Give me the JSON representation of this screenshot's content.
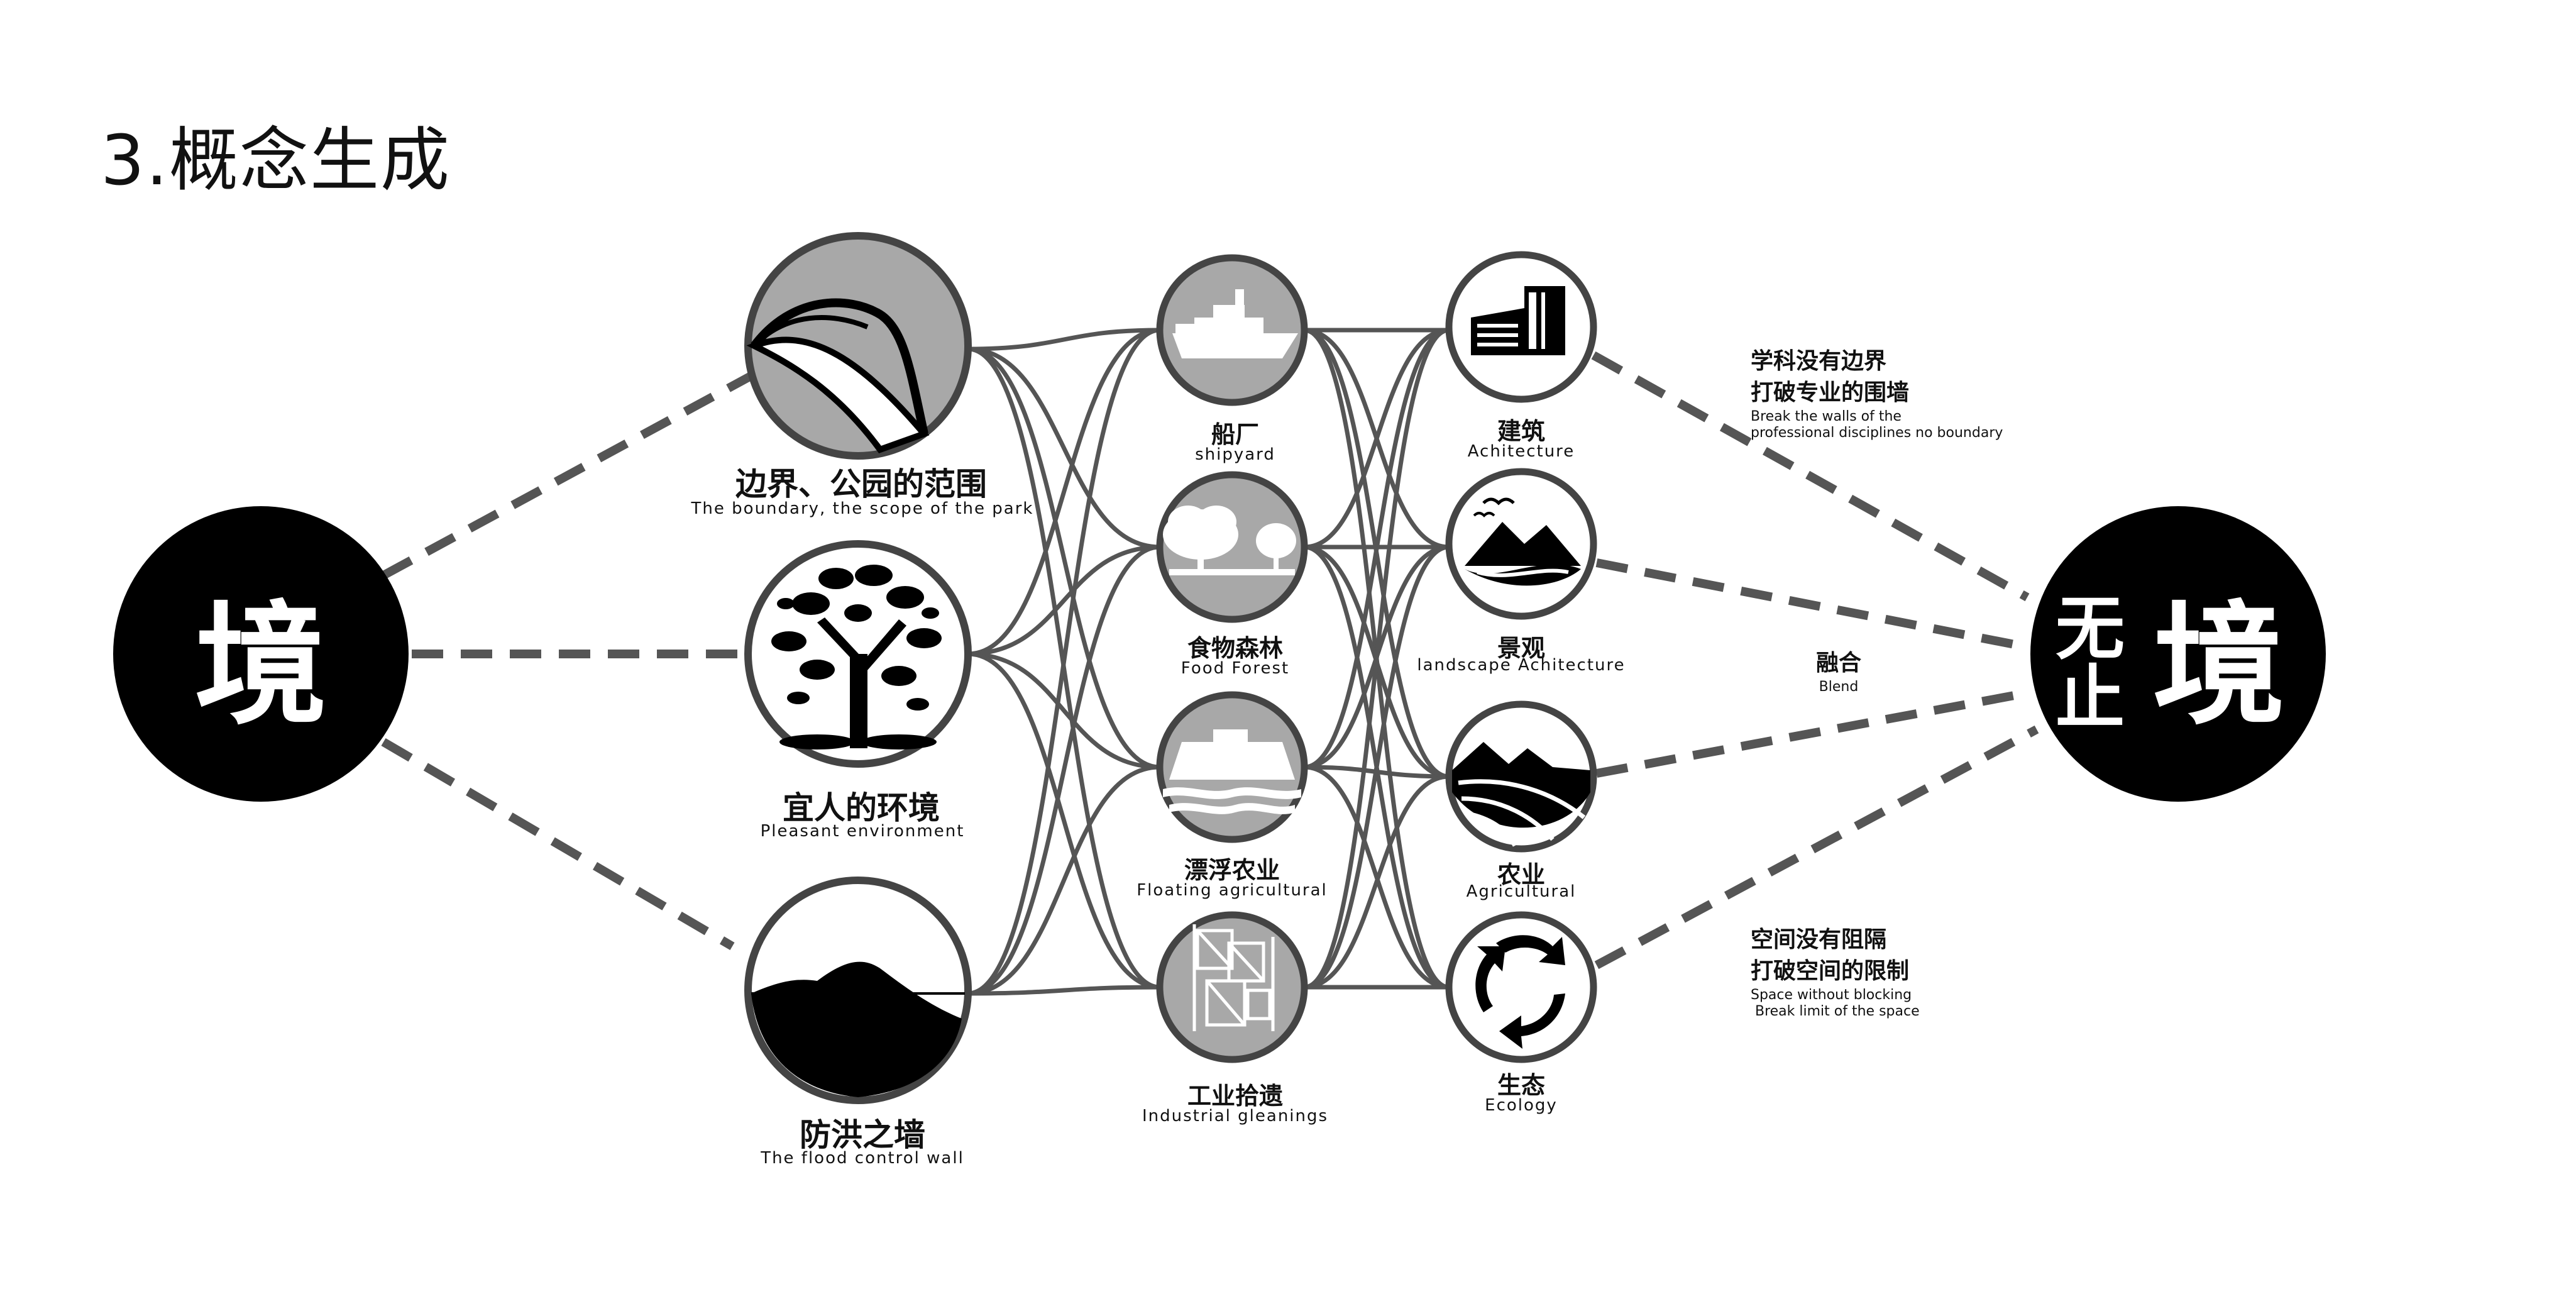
{
  "title": "3.概念生成",
  "left_node": {
    "char": "境"
  },
  "right_node": {
    "char1": "无",
    "char2": "止",
    "char3": "境"
  },
  "col1": [
    {
      "cn": "边界、公园的范围",
      "en": "The boundary, the scope of the park",
      "icon": "leaf-curve-icon"
    },
    {
      "cn": "宜人的环境",
      "en": "Pleasant environment",
      "icon": "tree-icon"
    },
    {
      "cn": "防洪之墙",
      "en": "The flood control wall",
      "icon": "hill-wave-icon"
    }
  ],
  "col2": [
    {
      "cn": "船厂",
      "en": "shipyard",
      "icon": "ship-icon"
    },
    {
      "cn": "食物森林",
      "en": "Food Forest",
      "icon": "forest-icon"
    },
    {
      "cn": "漂浮农业",
      "en": "Floating agricultural",
      "icon": "floating-farm-icon"
    },
    {
      "cn": "工业拾遗",
      "en": "Industrial gleanings",
      "icon": "industrial-frame-icon"
    }
  ],
  "col3": [
    {
      "cn": "建筑",
      "en": "Achitecture",
      "icon": "building-icon"
    },
    {
      "cn": "景观",
      "en": "landscape Achitecture",
      "icon": "mountain-birds-icon"
    },
    {
      "cn": "农业",
      "en": "Agricultural",
      "icon": "farmland-icon"
    },
    {
      "cn": "生态",
      "en": "Ecology",
      "icon": "recycle-arrows-icon"
    }
  ],
  "notes": {
    "top": {
      "cn1": "学科没有边界",
      "cn2": "打破专业的围墙",
      "en1": "Break the walls of the",
      "en2": "professional disciplines no boundary"
    },
    "mid": {
      "cn": "融合",
      "en": "Blend"
    },
    "bottom": {
      "cn1": "空间没有阻隔",
      "cn2": "打破空间的限制",
      "en1": "Space without blocking",
      "en2": " Break limit of the space"
    }
  },
  "colors": {
    "line": "#555555",
    "dark": "#000000",
    "gray_fill": "#a8a8a8",
    "ring": "#444444"
  }
}
